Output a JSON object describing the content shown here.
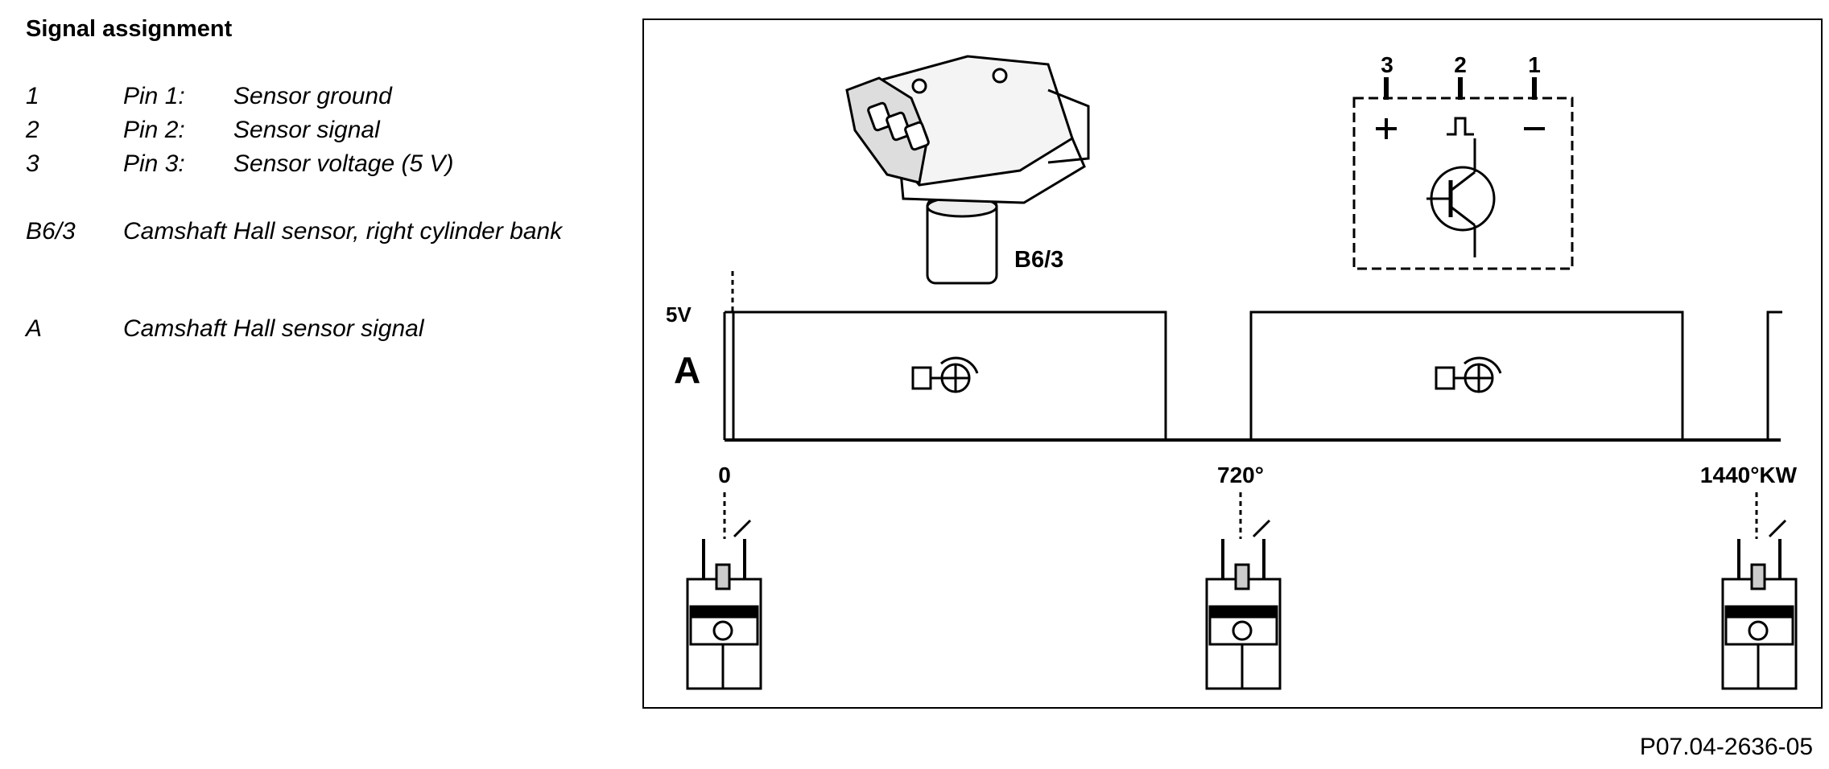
{
  "legend": {
    "title": "Signal assignment",
    "rows": [
      {
        "key": "1",
        "pin": "Pin 1:",
        "desc": "Sensor ground"
      },
      {
        "key": "2",
        "pin": "Pin 2:",
        "desc": "Sensor signal"
      },
      {
        "key": "3",
        "pin": "Pin 3:",
        "desc": "Sensor voltage (5 V)"
      }
    ],
    "b6": {
      "key": "B6/3",
      "desc": "Camshaft Hall sensor, right cylinder bank"
    },
    "a": {
      "key": "A",
      "desc": "Camshaft Hall sensor signal"
    }
  },
  "diagram": {
    "sensor_label": "B6/3",
    "pins": [
      "3",
      "2",
      "1"
    ],
    "voltage_label": "5V",
    "signal_label": "A",
    "axis_labels": [
      "0",
      "720°",
      "1440°KW"
    ]
  },
  "footer": {
    "code": "P07.04-2636-05"
  }
}
